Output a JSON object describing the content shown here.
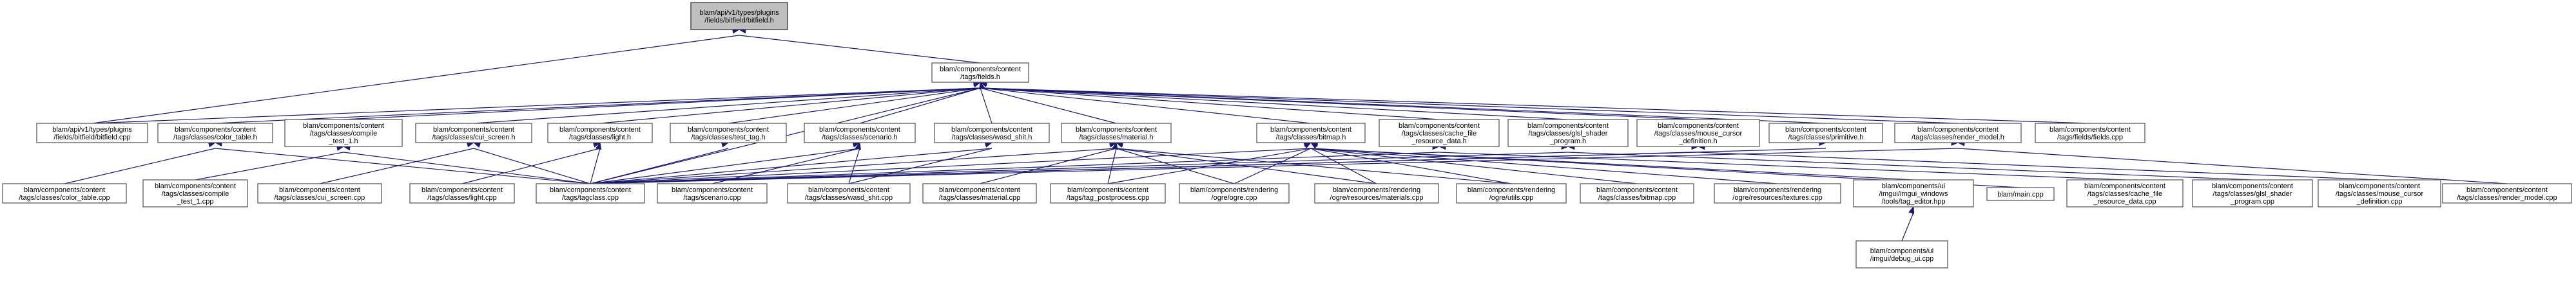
{
  "graph": {
    "nodes": [
      {
        "id": "bitfield_h",
        "lines": [
          "blam/api/v1/types/plugins",
          "/fields/bitfield/bitfield.h"
        ],
        "root": true
      },
      {
        "id": "fields_h",
        "lines": [
          "blam/components/content",
          "/tags/fields.h"
        ]
      },
      {
        "id": "bitfield_cpp",
        "lines": [
          "blam/api/v1/types/plugins",
          "/fields/bitfield/bitfield.cpp"
        ]
      },
      {
        "id": "color_table_h",
        "lines": [
          "blam/components/content",
          "/tags/classes/color_table.h"
        ]
      },
      {
        "id": "compile_test_h",
        "lines": [
          "blam/components/content",
          "/tags/classes/compile",
          "_test_1.h"
        ]
      },
      {
        "id": "cui_screen_h",
        "lines": [
          "blam/components/content",
          "/tags/classes/cui_screen.h"
        ]
      },
      {
        "id": "light_h",
        "lines": [
          "blam/components/content",
          "/tags/classes/light.h"
        ]
      },
      {
        "id": "test_tag_h",
        "lines": [
          "blam/components/content",
          "/tags/classes/test_tag.h"
        ]
      },
      {
        "id": "scenario_h",
        "lines": [
          "blam/components/content",
          "/tags/classes/scenario.h"
        ]
      },
      {
        "id": "wasd_shit_h",
        "lines": [
          "blam/components/content",
          "/tags/classes/wasd_shit.h"
        ]
      },
      {
        "id": "material_h",
        "lines": [
          "blam/components/content",
          "/tags/classes/material.h"
        ]
      },
      {
        "id": "bitmap_h",
        "lines": [
          "blam/components/content",
          "/tags/classes/bitmap.h"
        ]
      },
      {
        "id": "cache_file_h",
        "lines": [
          "blam/components/content",
          "/tags/classes/cache_file",
          "_resource_data.h"
        ]
      },
      {
        "id": "glsl_shader_h",
        "lines": [
          "blam/components/content",
          "/tags/classes/glsl_shader",
          "_program.h"
        ]
      },
      {
        "id": "mouse_cursor_h",
        "lines": [
          "blam/components/content",
          "/tags/classes/mouse_cursor",
          "_definition.h"
        ]
      },
      {
        "id": "primitive_h",
        "lines": [
          "blam/components/content",
          "/tags/classes/primitive.h"
        ]
      },
      {
        "id": "render_model_h",
        "lines": [
          "blam/components/content",
          "/tags/classes/render_model.h"
        ]
      },
      {
        "id": "fields_cpp",
        "lines": [
          "blam/components/content",
          "/tags/fields/fields.cpp"
        ]
      },
      {
        "id": "color_table_cpp",
        "lines": [
          "blam/components/content",
          "/tags/classes/color_table.cpp"
        ]
      },
      {
        "id": "compile_test_cpp",
        "lines": [
          "blam/components/content",
          "/tags/classes/compile",
          "_test_1.cpp"
        ]
      },
      {
        "id": "cui_screen_cpp",
        "lines": [
          "blam/components/content",
          "/tags/classes/cui_screen.cpp"
        ]
      },
      {
        "id": "light_cpp",
        "lines": [
          "blam/components/content",
          "/tags/classes/light.cpp"
        ]
      },
      {
        "id": "tagclass_cpp",
        "lines": [
          "blam/components/content",
          "/tags/tagclass.cpp"
        ]
      },
      {
        "id": "scenario_cpp",
        "lines": [
          "blam/components/content",
          "/tags/scenario.cpp"
        ]
      },
      {
        "id": "wasd_shit_cpp",
        "lines": [
          "blam/components/content",
          "/tags/classes/wasd_shit.cpp"
        ]
      },
      {
        "id": "material_cpp",
        "lines": [
          "blam/components/content",
          "/tags/classes/material.cpp"
        ]
      },
      {
        "id": "tag_postprocess_cpp",
        "lines": [
          "blam/components/content",
          "/tags/tag_postprocess.cpp"
        ]
      },
      {
        "id": "ogre_cpp",
        "lines": [
          "blam/components/rendering",
          "/ogre/ogre.cpp"
        ]
      },
      {
        "id": "ogre_materials_cpp",
        "lines": [
          "blam/components/rendering",
          "/ogre/resources/materials.cpp"
        ]
      },
      {
        "id": "ogre_utils_cpp",
        "lines": [
          "blam/components/rendering",
          "/ogre/utils.cpp"
        ]
      },
      {
        "id": "bitmap_cpp",
        "lines": [
          "blam/components/content",
          "/tags/classes/bitmap.cpp"
        ]
      },
      {
        "id": "ogre_textures_cpp",
        "lines": [
          "blam/components/rendering",
          "/ogre/resources/textures.cpp"
        ]
      },
      {
        "id": "tag_editor_hpp",
        "lines": [
          "blam/components/ui",
          "/imgui/imgui_windows",
          "/tools/tag_editor.hpp"
        ]
      },
      {
        "id": "main_cpp",
        "lines": [
          "blam/main.cpp"
        ]
      },
      {
        "id": "cache_file_cpp",
        "lines": [
          "blam/components/content",
          "/tags/classes/cache_file",
          "_resource_data.cpp"
        ]
      },
      {
        "id": "glsl_shader_cpp",
        "lines": [
          "blam/components/content",
          "/tags/classes/glsl_shader",
          "_program.cpp"
        ]
      },
      {
        "id": "mouse_cursor_cpp",
        "lines": [
          "blam/components/content",
          "/tags/classes/mouse_cursor",
          "_definition.cpp"
        ]
      },
      {
        "id": "render_model_cpp",
        "lines": [
          "blam/components/content",
          "/tags/classes/render_model.cpp"
        ]
      },
      {
        "id": "debug_ui_cpp",
        "lines": [
          "blam/components/ui",
          "/imgui/debug_ui.cpp"
        ]
      }
    ],
    "edges": [
      [
        "bitfield_cpp",
        "bitfield_h"
      ],
      [
        "fields_h",
        "bitfield_h"
      ],
      [
        "bitfield_cpp",
        "fields_h"
      ],
      [
        "color_table_h",
        "fields_h"
      ],
      [
        "compile_test_h",
        "fields_h"
      ],
      [
        "cui_screen_h",
        "fields_h"
      ],
      [
        "light_h",
        "fields_h"
      ],
      [
        "test_tag_h",
        "fields_h"
      ],
      [
        "scenario_h",
        "fields_h"
      ],
      [
        "wasd_shit_h",
        "fields_h"
      ],
      [
        "material_h",
        "fields_h"
      ],
      [
        "bitmap_h",
        "fields_h"
      ],
      [
        "cache_file_h",
        "fields_h"
      ],
      [
        "glsl_shader_h",
        "fields_h"
      ],
      [
        "mouse_cursor_h",
        "fields_h"
      ],
      [
        "primitive_h",
        "fields_h"
      ],
      [
        "render_model_h",
        "fields_h"
      ],
      [
        "fields_cpp",
        "fields_h"
      ],
      [
        "tagclass_cpp",
        "fields_h"
      ],
      [
        "color_table_cpp",
        "color_table_h"
      ],
      [
        "tagclass_cpp",
        "color_table_h"
      ],
      [
        "compile_test_cpp",
        "compile_test_h"
      ],
      [
        "tagclass_cpp",
        "compile_test_h"
      ],
      [
        "cui_screen_cpp",
        "cui_screen_h"
      ],
      [
        "tagclass_cpp",
        "cui_screen_h"
      ],
      [
        "light_cpp",
        "light_h"
      ],
      [
        "tagclass_cpp",
        "light_h"
      ],
      [
        "tagclass_cpp",
        "test_tag_h"
      ],
      [
        "scenario_cpp",
        "scenario_h"
      ],
      [
        "tagclass_cpp",
        "scenario_h"
      ],
      [
        "wasd_shit_cpp",
        "scenario_h"
      ],
      [
        "wasd_shit_cpp",
        "wasd_shit_h"
      ],
      [
        "tagclass_cpp",
        "wasd_shit_h"
      ],
      [
        "material_cpp",
        "material_h"
      ],
      [
        "tagclass_cpp",
        "material_h"
      ],
      [
        "tag_postprocess_cpp",
        "material_h"
      ],
      [
        "ogre_cpp",
        "material_h"
      ],
      [
        "ogre_materials_cpp",
        "material_h"
      ],
      [
        "ogre_utils_cpp",
        "material_h"
      ],
      [
        "bitmap_cpp",
        "bitmap_h"
      ],
      [
        "tagclass_cpp",
        "bitmap_h"
      ],
      [
        "tag_postprocess_cpp",
        "bitmap_h"
      ],
      [
        "ogre_cpp",
        "bitmap_h"
      ],
      [
        "ogre_materials_cpp",
        "bitmap_h"
      ],
      [
        "ogre_utils_cpp",
        "bitmap_h"
      ],
      [
        "ogre_textures_cpp",
        "bitmap_h"
      ],
      [
        "tag_editor_hpp",
        "bitmap_h"
      ],
      [
        "main_cpp",
        "bitmap_h"
      ],
      [
        "cache_file_cpp",
        "cache_file_h"
      ],
      [
        "tagclass_cpp",
        "cache_file_h"
      ],
      [
        "glsl_shader_cpp",
        "glsl_shader_h"
      ],
      [
        "tagclass_cpp",
        "glsl_shader_h"
      ],
      [
        "mouse_cursor_cpp",
        "mouse_cursor_h"
      ],
      [
        "tagclass_cpp",
        "mouse_cursor_h"
      ],
      [
        "tagclass_cpp",
        "primitive_h"
      ],
      [
        "render_model_cpp",
        "render_model_h"
      ],
      [
        "tagclass_cpp",
        "render_model_h"
      ],
      [
        "debug_ui_cpp",
        "tag_editor_hpp"
      ]
    ]
  }
}
